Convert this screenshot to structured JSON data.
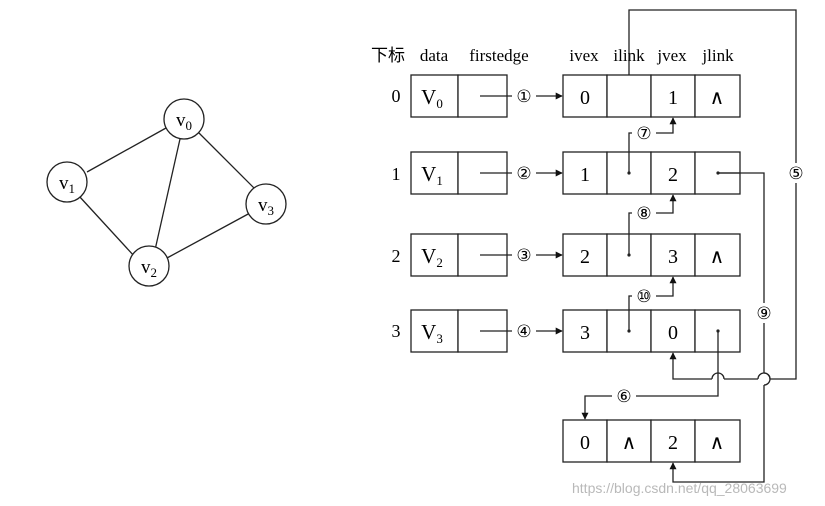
{
  "graph": {
    "vertices": [
      {
        "id": "v0",
        "base": "v",
        "sub": "0"
      },
      {
        "id": "v1",
        "base": "v",
        "sub": "1"
      },
      {
        "id": "v2",
        "base": "v",
        "sub": "2"
      },
      {
        "id": "v3",
        "base": "v",
        "sub": "3"
      }
    ],
    "edges": [
      [
        "v0",
        "v1"
      ],
      [
        "v0",
        "v2"
      ],
      [
        "v0",
        "v3"
      ],
      [
        "v1",
        "v2"
      ],
      [
        "v2",
        "v3"
      ]
    ]
  },
  "headers": {
    "index": "下标",
    "data": "data",
    "firstedge": "firstedge",
    "ivex": "ivex",
    "ilink": "ilink",
    "jvex": "jvex",
    "jlink": "jlink"
  },
  "vertex_table": [
    {
      "index": "0",
      "base": "V",
      "sub": "0"
    },
    {
      "index": "1",
      "base": "V",
      "sub": "1"
    },
    {
      "index": "2",
      "base": "V",
      "sub": "2"
    },
    {
      "index": "3",
      "base": "V",
      "sub": "3"
    }
  ],
  "edge_nodes": [
    {
      "ivex": "0",
      "ilink": "",
      "jvex": "1",
      "jlink": "∧"
    },
    {
      "ivex": "1",
      "ilink": "",
      "jvex": "2",
      "jlink": ""
    },
    {
      "ivex": "2",
      "ilink": "",
      "jvex": "3",
      "jlink": "∧"
    },
    {
      "ivex": "3",
      "ilink": "",
      "jvex": "0",
      "jlink": ""
    },
    {
      "ivex": "0",
      "ilink": "∧",
      "jvex": "2",
      "jlink": "∧"
    }
  ],
  "pointer_labels": [
    "①",
    "②",
    "③",
    "④",
    "⑤",
    "⑥",
    "⑦",
    "⑧",
    "⑨",
    "⑩"
  ],
  "watermark": "https://blog.csdn.net/qq_28063699"
}
